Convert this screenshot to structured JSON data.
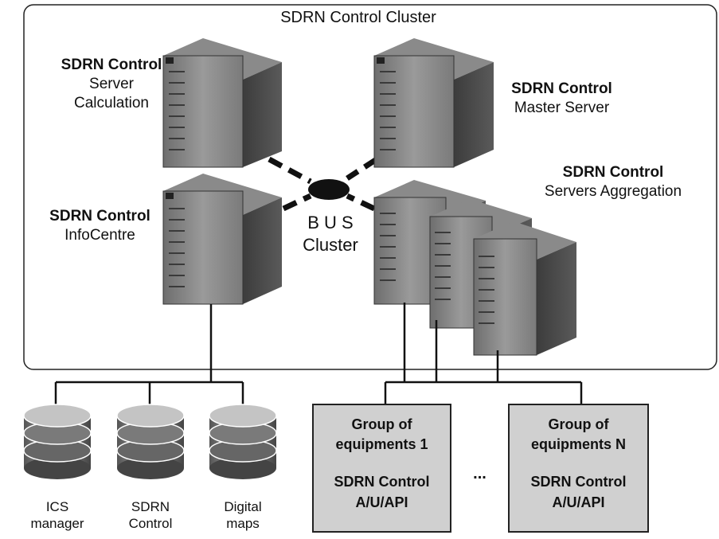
{
  "cluster": {
    "title": "SDRN Control Cluster"
  },
  "servers": {
    "calculation": {
      "line1": "SDRN Control",
      "line2": "Server",
      "line3": "Calculation"
    },
    "master": {
      "line1": "SDRN Control",
      "line2": "Master Server"
    },
    "infocentre": {
      "line1": "SDRN Control",
      "line2": "InfoCentre"
    },
    "aggregation": {
      "line1": "SDRN Control",
      "line2": "Servers Aggregation"
    }
  },
  "bus": {
    "line1": "B U S",
    "line2": "Cluster"
  },
  "databases": [
    {
      "line1": "ICS",
      "line2": "manager"
    },
    {
      "line1": "SDRN",
      "line2": "Control"
    },
    {
      "line1": "Digital",
      "line2": "maps"
    }
  ],
  "groups": [
    {
      "title1": "Group of",
      "title2": "equipments 1",
      "sub1": "SDRN Control",
      "sub2": "A/U/API"
    },
    {
      "title1": "Group of",
      "title2": "equipments N",
      "sub1": "SDRN Control",
      "sub2": "A/U/API"
    }
  ],
  "ellipsis": "..."
}
